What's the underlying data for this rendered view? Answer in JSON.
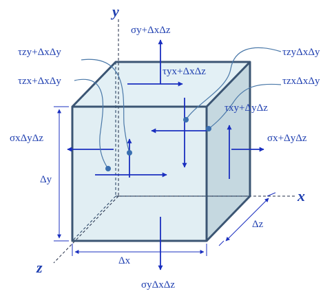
{
  "colors": {
    "arrow": "#1a2fbf",
    "edge": "#3b5573",
    "face_front": "#dcebf1",
    "face_top": "#e3f0f5",
    "face_right": "#c5d8e0",
    "dot": "#3a6fb0",
    "leader": "#4a78a8"
  },
  "axes": {
    "x": "x",
    "y": "y",
    "z": "z"
  },
  "labels": {
    "sigma_y_plus": "σy+ΔxΔz",
    "sigma_y": "σyΔxΔz",
    "sigma_x": "σxΔyΔz",
    "sigma_x_plus": "σx+ΔyΔz",
    "tau_yx_plus": "τyx+ΔxΔz",
    "tau_xy_plus": "τxy+ΔyΔz",
    "tau_zy_plus": "τzy+ΔxΔy",
    "tau_zx_plus": "τzx+ΔxΔy",
    "tau_zy": "τzyΔxΔy",
    "tau_zx": "τzxΔxΔy"
  },
  "dimensions": {
    "dx": "Δx",
    "dy": "Δy",
    "dz": "Δz"
  }
}
